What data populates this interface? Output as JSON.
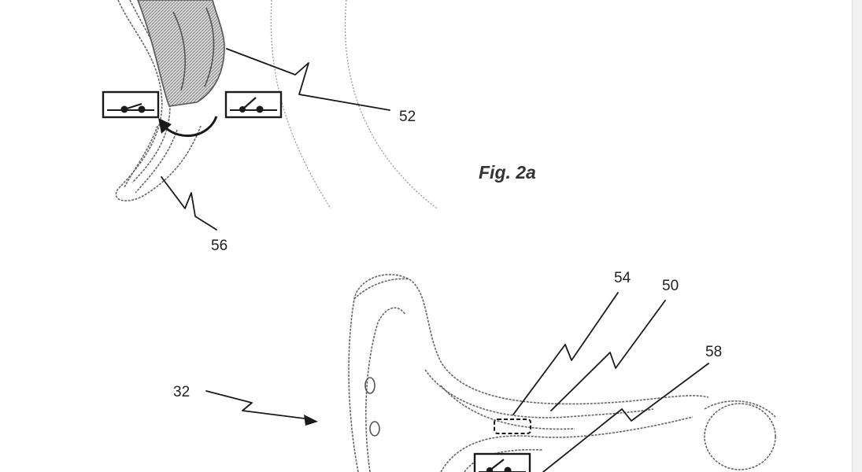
{
  "figure": {
    "caption": "Fig. 2a"
  },
  "reference_numerals": {
    "n52": "52",
    "n56": "56",
    "n54": "54",
    "n50": "50",
    "n58": "58",
    "n32": "32"
  },
  "colors": {
    "line": "#1a1a1a",
    "outline": "#666666",
    "hatch": "#777777",
    "background": "#ffffff"
  }
}
